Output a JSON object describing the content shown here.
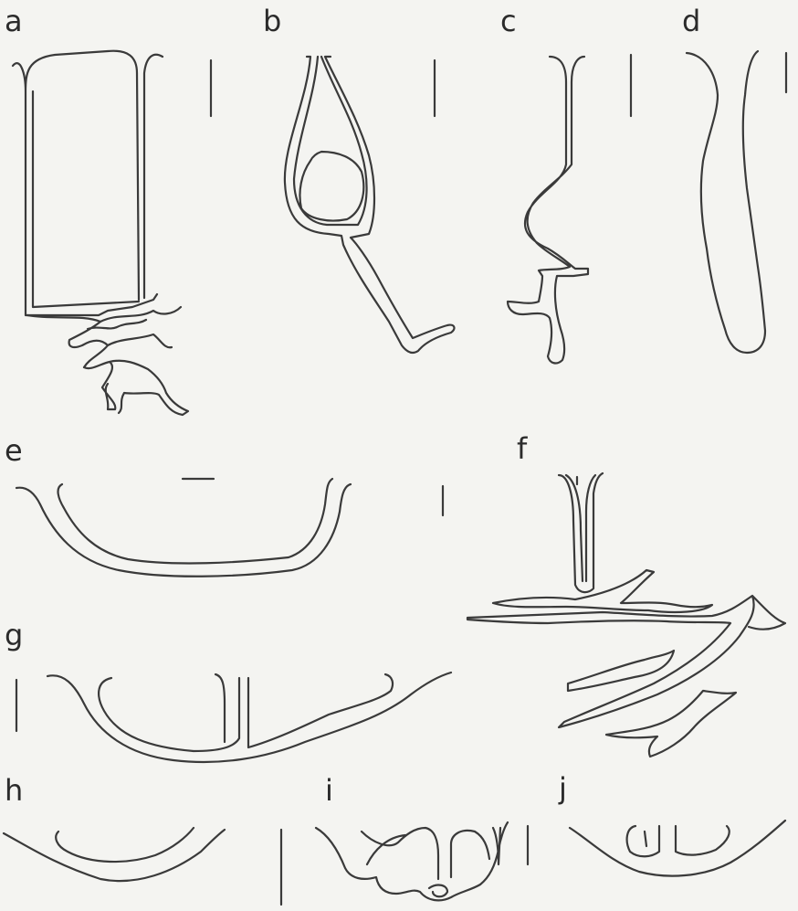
{
  "figure": {
    "panels": [
      {
        "id": "a",
        "label": "a"
      },
      {
        "id": "b",
        "label": "b"
      },
      {
        "id": "c",
        "label": "c"
      },
      {
        "id": "d",
        "label": "d"
      },
      {
        "id": "e",
        "label": "e"
      },
      {
        "id": "f",
        "label": "f"
      },
      {
        "id": "g",
        "label": "g"
      },
      {
        "id": "h",
        "label": "h"
      },
      {
        "id": "i",
        "label": "i"
      },
      {
        "id": "j",
        "label": "j"
      }
    ]
  },
  "colors": {
    "background": "#f4f4f1",
    "line": "#3a3a3a",
    "label": "#2b2b2b"
  }
}
